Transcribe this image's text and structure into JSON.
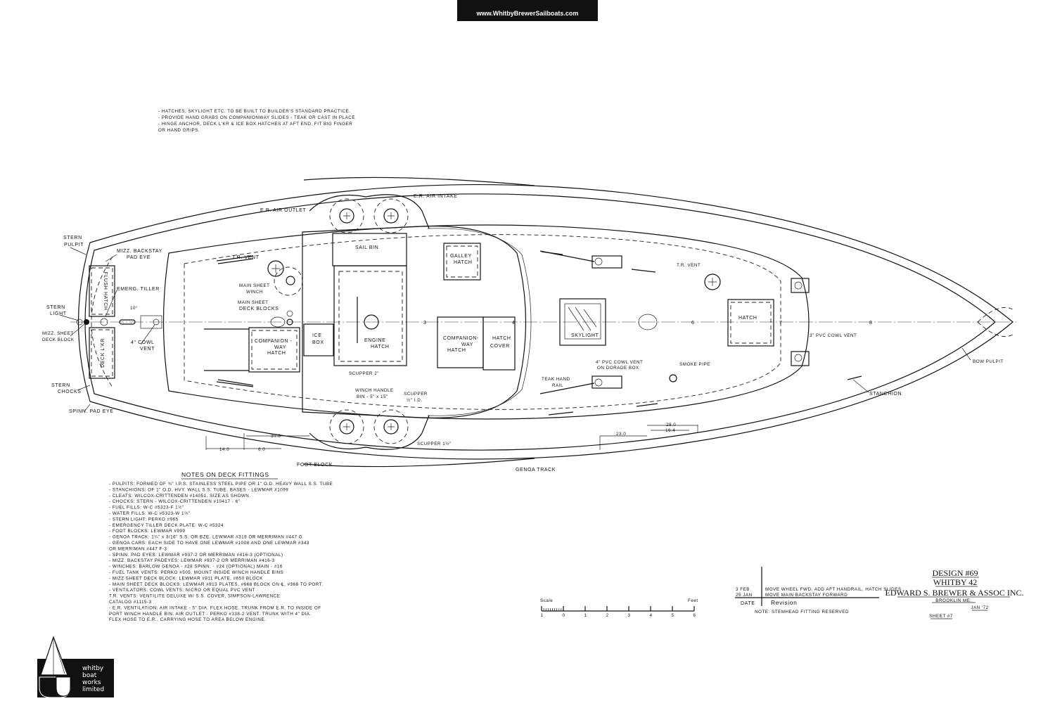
{
  "banner": {
    "text": "www.WhitbyBrewerSailboats.com"
  },
  "top_notes": [
    "- HATCHES, SKYLIGHT ETC. TO BE BUILT TO BUILDER'S STANDARD PRACTICE.",
    "- PROVIDE HAND GRABS ON COMPANIONWAY SLIDES - TEAK OR CAST IN PLACE",
    "- HINGE ANCHOR, DECK L'KR & ICE BOX HATCHES AT AFT END. FIT BIG FINGER",
    "  OR HAND GRIPS."
  ],
  "labels": {
    "stern_pulpit": [
      "STERN",
      "PULPIT"
    ],
    "mizz_backstay_pad_eye": [
      "MIZZ. BACKSTAY",
      "PAD EYE"
    ],
    "emerg_tiller": "EMERG. TILLER",
    "stern_light": [
      "STERN",
      "LIGHT"
    ],
    "mizz_sheet_deck_block": [
      "MIZZ. SHEET",
      "DECK BLOCK"
    ],
    "flush_hatch": "FLUSH HATCH",
    "deck_lkr": "DECK L'KR",
    "cowl_vent_aft": [
      "4\" COWL",
      "VENT"
    ],
    "tiller_angle": "10°",
    "stern_chocks": [
      "STERN",
      "CHOCKS"
    ],
    "spinn_pad_eye": "SPINN. PAD EYE",
    "tr_vent_aft": "T.R. VENT",
    "main_sheet_winch": [
      "MAIN SHEET",
      "WINCH"
    ],
    "main_sheet_deck_blocks": [
      "MAIN SHEET",
      "DECK BLOCKS"
    ],
    "companionway_hatch_aft": [
      "COMPANION -",
      "WAY",
      "HATCH"
    ],
    "er_air_outlet": "E.R. AIR OUTLET",
    "er_air_intake": "E.R. AIR INTAKE",
    "sail_bin": "SAIL BIN",
    "galley_hatch": [
      "GALLEY",
      "HATCH"
    ],
    "ice_box": [
      "ICE",
      "BOX"
    ],
    "engine_hatch": [
      "ENGINE",
      "HATCH"
    ],
    "companionway_hatch_fwd": [
      "COMPANION-",
      "WAY",
      "HATCH"
    ],
    "hatch_cover": [
      "HATCH",
      "COVER"
    ],
    "scupper_2": "SCUPPER 2\"",
    "winch_handle_bin": [
      "WINCH HANDLE",
      "BIN - 5\" x 15\""
    ],
    "scupper_half": [
      "SCUPPER",
      "½\" I.D."
    ],
    "scupper_1half": "SCUPPER 1½\"",
    "foot_block": "FOOT BLOCK",
    "genoa_track": "GENOA TRACK",
    "teak_hand_rail": [
      "TEAK HAND",
      "RAIL"
    ],
    "cowl_vent_dorade": [
      "4\" PVC COWL VENT",
      "ON DORADE BOX"
    ],
    "skylight": "SKYLIGHT",
    "smoke_pipe": "SMOKE PIPE",
    "tr_vent_fwd": "T.R. VENT",
    "hatch_fwd": "HATCH",
    "cowl_vent_3": "3\" PVC COWL VENT",
    "bow_pulpit": "BOW PULPIT",
    "stanchion": "STANCHION",
    "stations": [
      "3",
      "4",
      "6",
      "7",
      "8"
    ],
    "dims": [
      "30.0",
      "14.0",
      "6.0",
      "23.0",
      "28.0",
      "16.4"
    ]
  },
  "deck_fittings_notes": {
    "title": "NOTES ON DECK FITTINGS",
    "lines": [
      "- PULPITS: FORMED OF ¾\" I.P.S. STAINLESS STEEL PIPE OR 1\" O.D. HEAVY WALL S.S. TUBE",
      "- STANCHIONS: OF 1\" O.D. HVY. WALL S.S. TUBE. BASES - LEWMAR #1099",
      "- CLEATS: WILCOX-CRITTENDEN #14051, SIZE AS SHOWN.",
      "- CHOCKS: STERN - WILCOX-CRITTENDEN #10417 - 6\"",
      "- FUEL FILLS: W-C #5323-F 1½\"",
      "- WATER FILLS: W-C #5323-W 1½\"",
      "- STERN LIGHT: PERKO #965",
      "- EMERGENCY TILLER DECK PLATE: W-C #5324",
      "- FOOT BLOCKS: LEWMAR #999",
      "- GENOA TRACK: 1¼\" x 3/16\" S.S. OR BZE. LEWMAR #319 OR MERRIMAN #447 G",
      "- GENOA CARS: EACH SIDE TO HAVE ONE LEWMAR #1008 AND ONE LEWMAR #343",
      "  OR MERRIMAN #447 F-3",
      "- SPINN. PAD EYES: LEWMAR #937-2 OR MERRIMAN #416-3   (OPTIONAL)",
      "- MIZZ. BACKSTAY PADEYES: LEWMAR #937-2 OR MERRIMAN #416-3",
      "- WINCHES: BARLOW   GENOA - #28   SPINN. - #24 (OPTIONAL)   MAIN - #16",
      "- FUEL TANK VENTS: PERKO #505. MOUNT INSIDE WINCH HANDLE BINS",
      "- MIZZ SHEET DECK BLOCK: LEWMAR #811 PLATE, #650 BLOCK",
      "- MAIN SHEET DECK BLOCKS: LEWMAR #813 PLATES, #668 BLOCK ON ℄, #368 TO PORT.",
      "- VENTILATORS: COWL VENTS: NICRO OR EQUAL PVC VENT",
      "                T.R. VENTS: VENTILITE DELUXE W/ S.S. COVER, SIMPSON-LAWRENCE",
      "                            CATALOG #1115-3",
      "- E.R. VENTILATION: AIR INTAKE - 5\" DIA. FLEX HOSE. TRUNK FROM E.R. TO INSIDE OF",
      "  PORT WINCH HANDLE BIN. AIR OUTLET - PERKO #338-2 VENT. TRUNK WITH 4\" DIA.",
      "  FLEX HOSE TO E.R., CARRYING HOSE TO AREA BELOW ENGINE."
    ]
  },
  "scale_bar": {
    "label": "Scale",
    "unit": "Feet",
    "ticks": [
      "1",
      "0",
      "1",
      "2",
      "3",
      "4",
      "5",
      "6"
    ]
  },
  "revisions": {
    "rows": [
      {
        "date": "3 FEB",
        "revision": "MOVE WHEEL FWD. ADD AFT HANDRAIL, HATCH SLIDES"
      },
      {
        "date": "25 JAN",
        "revision": "MOVE MAIN BACKSTAY FORWARD"
      }
    ],
    "date_header": "DATE",
    "revision_header": "Revision",
    "note": "NOTE: STEMHEAD FITTING RESERVED"
  },
  "title_block": {
    "design": "DESIGN #69",
    "model": "WHITBY 42",
    "firm": "EDWARD S. BREWER & ASSOC INC.",
    "location": "BROOKLIN ME.",
    "date": "JAN '72",
    "sheet": "SHEET #7"
  },
  "logo": {
    "lines": [
      "whitby",
      "boat",
      "works",
      "limited"
    ]
  }
}
